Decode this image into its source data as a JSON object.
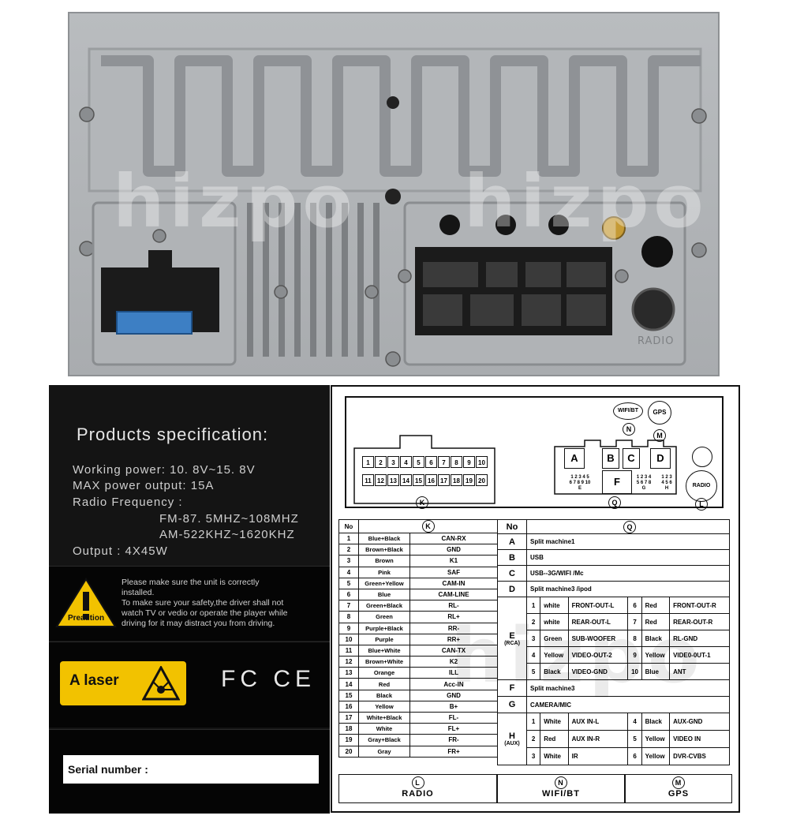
{
  "photo": {
    "watermark": [
      "hizpo",
      "hizpo"
    ],
    "radio_emboss": "RADIO"
  },
  "spec": {
    "title": "Products specification:",
    "lines": [
      "Working power: 10. 8V~15. 8V",
      "MAX power output: 15A",
      "Radio Frequency :",
      "FM-87. 5MHZ~108MHZ",
      "AM-522KHZ~1620KHZ",
      "Output : 4X45W"
    ],
    "caution_label": "Preaution",
    "warning": [
      "Please make sure the unit is correctly",
      "installed.",
      "To make sure your safety,the driver shall not",
      "watch TV or vedio or operate the player while",
      "driving for it may distract you from driving."
    ],
    "laser_label": "A laser",
    "cert_marks": "FC CE",
    "serial_label": "Serial number :"
  },
  "wiring": {
    "top": {
      "k_pins_top": [
        "1",
        "2",
        "3",
        "4",
        "5",
        "6",
        "7",
        "8",
        "9",
        "10"
      ],
      "k_pins_bottom": [
        "11",
        "12",
        "13",
        "14",
        "15",
        "16",
        "17",
        "18",
        "19",
        "20"
      ],
      "k_label": "K",
      "wifi_label": "WIFI/BT",
      "gps_label": "GPS",
      "n_label": "N",
      "m_label": "M",
      "q_letters": [
        "A",
        "B",
        "C",
        "D",
        "F"
      ],
      "e_label": "E",
      "g_label": "G",
      "h_label": "H",
      "q_label": "Q",
      "radio_label": "RADIO",
      "l_label": "L",
      "e_pins": [
        "1 2 3 4 5",
        "6 7 8 9 10"
      ],
      "g_pins": [
        "1 2 3 4",
        "5 6 7 8"
      ],
      "h_pins": [
        "1 2 3",
        "4 5 6"
      ]
    },
    "k_table": {
      "header_no": "No",
      "header_label": "K",
      "rows": [
        {
          "no": "1",
          "wire": "Blue+Black",
          "func": "CAN-RX"
        },
        {
          "no": "2",
          "wire": "Brown+Black",
          "func": "GND"
        },
        {
          "no": "3",
          "wire": "Brown",
          "func": "K1"
        },
        {
          "no": "4",
          "wire": "Pink",
          "func": "SAF"
        },
        {
          "no": "5",
          "wire": "Green+Yellow",
          "func": "CAM-IN"
        },
        {
          "no": "6",
          "wire": "Blue",
          "func": "CAM-LINE"
        },
        {
          "no": "7",
          "wire": "Green+Black",
          "func": "RL-"
        },
        {
          "no": "8",
          "wire": "Green",
          "func": "RL+"
        },
        {
          "no": "9",
          "wire": "Purple+Black",
          "func": "RR-"
        },
        {
          "no": "10",
          "wire": "Purple",
          "func": "RR+"
        },
        {
          "no": "11",
          "wire": "Blue+White",
          "func": "CAN-TX"
        },
        {
          "no": "12",
          "wire": "Brown+White",
          "func": "K2"
        },
        {
          "no": "13",
          "wire": "Orange",
          "func": "ILL"
        },
        {
          "no": "14",
          "wire": "Red",
          "func": "Acc-IN"
        },
        {
          "no": "15",
          "wire": "Black",
          "func": "GND"
        },
        {
          "no": "16",
          "wire": "Yellow",
          "func": "B+"
        },
        {
          "no": "17",
          "wire": "White+Black",
          "func": "FL-"
        },
        {
          "no": "18",
          "wire": "White",
          "func": "FL+"
        },
        {
          "no": "19",
          "wire": "Gray+Black",
          "func": "FR-"
        },
        {
          "no": "20",
          "wire": "Gray",
          "func": "FR+"
        }
      ]
    },
    "q_table": {
      "header_no": "No",
      "header_label": "Q",
      "simple": [
        {
          "letter": "A",
          "desc": "Split machine1"
        },
        {
          "letter": "B",
          "desc": "USB"
        },
        {
          "letter": "C",
          "desc": "USB--3G/WIFI   /Mc"
        },
        {
          "letter": "D",
          "desc": "Split machine3 /ipod"
        }
      ],
      "e": {
        "letter": "E",
        "sub": "(RCA)",
        "rows": [
          {
            "n1": "1",
            "c1": "white",
            "f1": "FRONT-OUT-L",
            "n2": "6",
            "c2": "Red",
            "f2": "FRONT-OUT-R"
          },
          {
            "n1": "2",
            "c1": "white",
            "f1": "REAR-OUT-L",
            "n2": "7",
            "c2": "Red",
            "f2": "REAR-OUT-R"
          },
          {
            "n1": "3",
            "c1": "Green",
            "f1": "SUB-WOOFER",
            "n2": "8",
            "c2": "Black",
            "f2": "RL-GND"
          },
          {
            "n1": "4",
            "c1": "Yellow",
            "f1": "VIDEO-OUT-2",
            "n2": "9",
            "c2": "Yellow",
            "f2": "VIDE0-0UT-1"
          },
          {
            "n1": "5",
            "c1": "Black",
            "f1": "VIDEO-GND",
            "n2": "10",
            "c2": "Blue",
            "f2": "ANT"
          }
        ]
      },
      "f": {
        "letter": "F",
        "desc": "Split machine3"
      },
      "g": {
        "letter": "G",
        "desc": "CAMERA/MIC"
      },
      "h": {
        "letter": "H",
        "sub": "(AUX)",
        "rows": [
          {
            "n1": "1",
            "c1": "White",
            "f1": "AUX IN-L",
            "n2": "4",
            "c2": "Black",
            "f2": "AUX-GND"
          },
          {
            "n1": "2",
            "c1": "Red",
            "f1": "AUX IN-R",
            "n2": "5",
            "c2": "Yellow",
            "f2": "VIDEO IN"
          },
          {
            "n1": "3",
            "c1": "White",
            "f1": "IR",
            "n2": "6",
            "c2": "Yellow",
            "f2": "DVR-CVBS"
          }
        ]
      }
    },
    "footer": [
      {
        "letter": "L",
        "label": "RADIO"
      },
      {
        "letter": "N",
        "label": "WIFI/BT"
      },
      {
        "letter": "M",
        "label": "GPS"
      }
    ],
    "watermark": "hizpo"
  }
}
